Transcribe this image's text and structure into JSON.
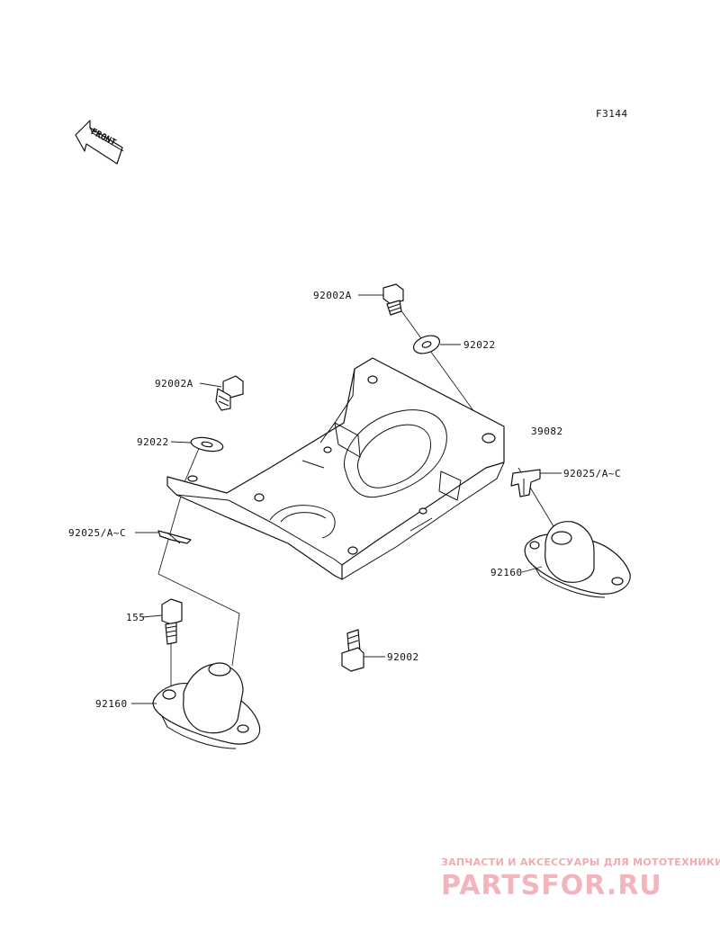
{
  "figure_code": "F3144",
  "front_arrow": {
    "label": "FRONT",
    "icon": "front-direction-arrow-icon"
  },
  "callouts": {
    "bolt_top": "92002A",
    "washer_top": "92022",
    "bracket": "39082",
    "clip_right": "92025/A~C",
    "mount_right": "92160",
    "bolt_left": "92002A",
    "washer_left": "92022",
    "clip_left": "92025/A~C",
    "bolt_155": "155",
    "mount_left": "92160",
    "stud": "92002"
  },
  "watermark": {
    "line1": "ЗАПЧАСТИ И АКСЕССУАРЫ ДЛЯ МОТОТЕХНИКИ",
    "line2": "PARTSFOR.RU",
    "color": "#f3b4bc"
  }
}
